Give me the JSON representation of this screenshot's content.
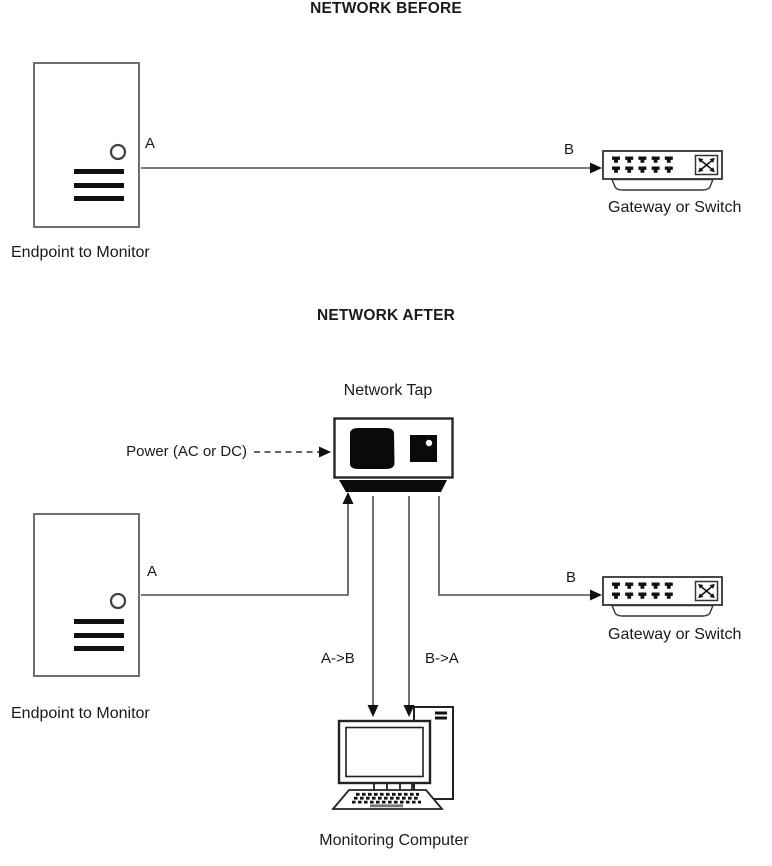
{
  "before": {
    "title": "NETWORK BEFORE",
    "endpoint_port_label": "A",
    "switch_port_label": "B",
    "endpoint_caption": "Endpoint to Monitor",
    "switch_caption": "Gateway or Switch"
  },
  "after": {
    "title": "NETWORK AFTER",
    "tap_caption": "Network Tap",
    "power_label": "Power (AC or DC)",
    "endpoint_port_label": "A",
    "switch_port_label": "B",
    "flow_ab_label": "A->B",
    "flow_ba_label": "B->A",
    "endpoint_caption": "Endpoint to Monitor",
    "switch_caption": "Gateway or Switch",
    "monitor_caption": "Monitoring Computer"
  },
  "icons": {
    "endpoint": "endpoint-tower-icon",
    "switch": "gateway-switch-icon",
    "switch_ports": "rj45-ports-icon",
    "switch_crossover": "crossed-arrows-icon",
    "tap": "network-tap-icon",
    "computer": "monitoring-computer-icon"
  },
  "colors": {
    "connector_line": "#4d4d4d",
    "arrowhead": "#111111",
    "endpoint_border": "#6e6e6e",
    "device_border": "#2a2a2a",
    "ink": "#1a1a1a",
    "background": "#ffffff"
  }
}
